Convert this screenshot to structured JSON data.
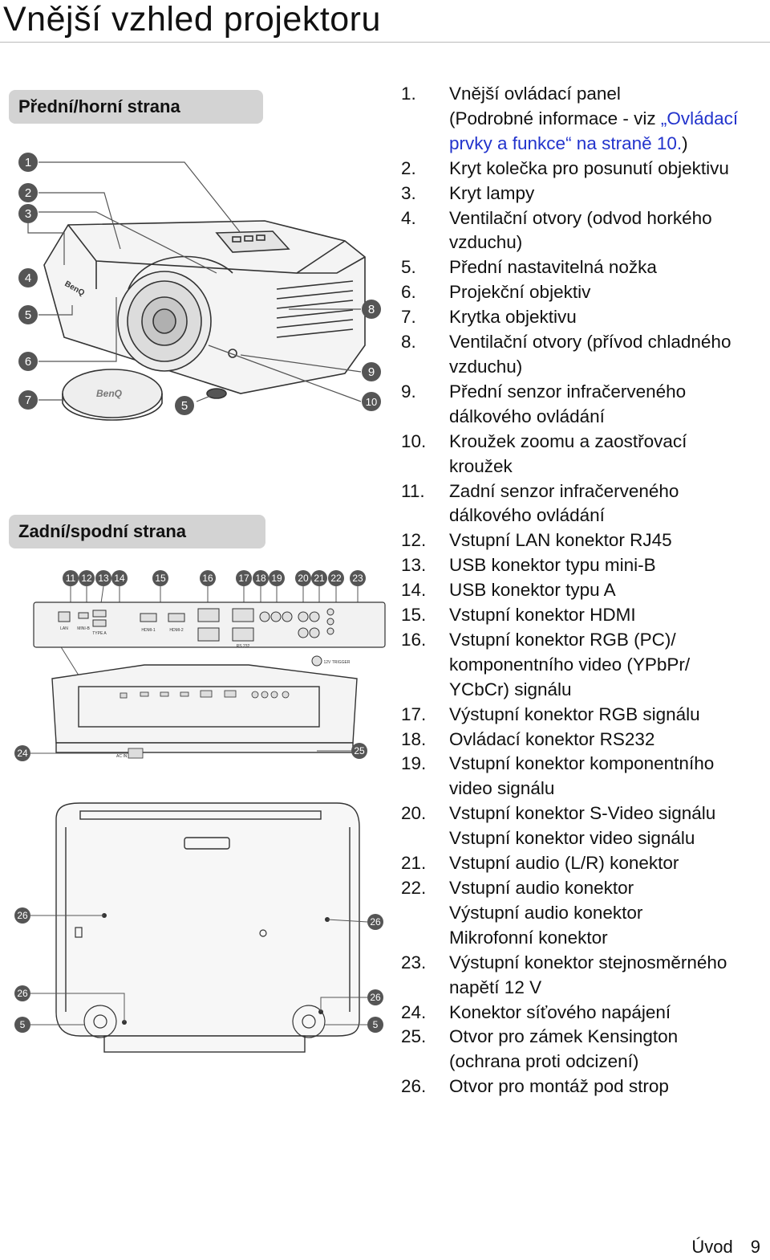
{
  "page": {
    "title": "Vnější vzhled projektoru",
    "footer_section": "Úvod",
    "footer_page": "9"
  },
  "sections": {
    "front": "Přední/horní strana",
    "rear": "Zadní/spodní strana"
  },
  "front_callouts": [
    "1",
    "2",
    "3",
    "4",
    "5",
    "6",
    "7",
    "5",
    "8",
    "9",
    "10"
  ],
  "front_diagram": {
    "lens_cap_brand": "BenQ",
    "body_brand": "BenQ"
  },
  "rear_callouts_top": [
    "11",
    "12",
    "13",
    "14",
    "15",
    "16",
    "17",
    "18",
    "19",
    "20",
    "21",
    "22",
    "23"
  ],
  "rear_callouts_side": [
    "24",
    "25",
    "26",
    "26",
    "26",
    "26",
    "5",
    "5"
  ],
  "rear_panel_labels": {
    "lan": "LAN",
    "mini_b": "MINI-B",
    "type_a": "TYPE A",
    "hdmi1": "HDMI-1",
    "hdmi2": "HDMI-2",
    "rs232": "RS 232",
    "trigger": "12V TRIGGER",
    "ac_in": "AC IN"
  },
  "items": [
    {
      "num": "1.",
      "lines": [
        "Vnější ovládací panel"
      ],
      "extra_plain": "(Podrobné informace - viz ",
      "extra_link": "„Ovládací",
      "link_line2": "prvky a funkce“ na straně 10.",
      "after_link": ")"
    },
    {
      "num": "2.",
      "lines": [
        "Kryt kolečka pro posunutí objektivu"
      ]
    },
    {
      "num": "3.",
      "lines": [
        "Kryt lampy"
      ]
    },
    {
      "num": "4.",
      "lines": [
        "Ventilační otvory (odvod horkého",
        "vzduchu)"
      ]
    },
    {
      "num": "5.",
      "lines": [
        "Přední nastavitelná nožka"
      ]
    },
    {
      "num": "6.",
      "lines": [
        "Projekční objektiv"
      ]
    },
    {
      "num": "7.",
      "lines": [
        "Krytka objektivu"
      ]
    },
    {
      "num": "8.",
      "lines": [
        "Ventilační otvory (přívod chladného",
        "vzduchu)"
      ]
    },
    {
      "num": "9.",
      "lines": [
        "Přední senzor infračerveného",
        "dálkového ovládání"
      ]
    },
    {
      "num": "10.",
      "lines": [
        "Kroužek zoomu a zaostřovací",
        "kroužek"
      ]
    },
    {
      "num": "11.",
      "lines": [
        "Zadní senzor infračerveného",
        "dálkového ovládání"
      ]
    },
    {
      "num": "12.",
      "lines": [
        "Vstupní LAN konektor RJ45"
      ]
    },
    {
      "num": "13.",
      "lines": [
        "USB konektor typu mini-B"
      ]
    },
    {
      "num": "14.",
      "lines": [
        "USB konektor typu A"
      ]
    },
    {
      "num": "15.",
      "lines": [
        "Vstupní konektor HDMI"
      ]
    },
    {
      "num": "16.",
      "lines": [
        "Vstupní konektor RGB (PC)/",
        "komponentního video (YPbPr/",
        "YCbCr) signálu"
      ]
    },
    {
      "num": "17.",
      "lines": [
        "Výstupní konektor RGB signálu"
      ]
    },
    {
      "num": "18.",
      "lines": [
        "Ovládací konektor RS232"
      ]
    },
    {
      "num": "19.",
      "lines": [
        "Vstupní konektor komponentního",
        "video signálu"
      ]
    },
    {
      "num": "20.",
      "lines": [
        "Vstupní konektor S-Video signálu",
        "Vstupní konektor video signálu"
      ]
    },
    {
      "num": "21.",
      "lines": [
        "Vstupní audio (L/R) konektor"
      ]
    },
    {
      "num": "22.",
      "lines": [
        "Vstupní audio konektor",
        "Výstupní audio konektor",
        "Mikrofonní konektor"
      ]
    },
    {
      "num": "23.",
      "lines": [
        "Výstupní konektor stejnosměrného",
        "napětí 12 V"
      ]
    },
    {
      "num": "24.",
      "lines": [
        "Konektor síťového napájení"
      ]
    },
    {
      "num": "25.",
      "lines": [
        "Otvor pro zámek Kensington",
        "(ochrana proti odcizení)"
      ]
    },
    {
      "num": "26.",
      "lines": [
        "Otvor pro montáž pod strop"
      ]
    }
  ]
}
